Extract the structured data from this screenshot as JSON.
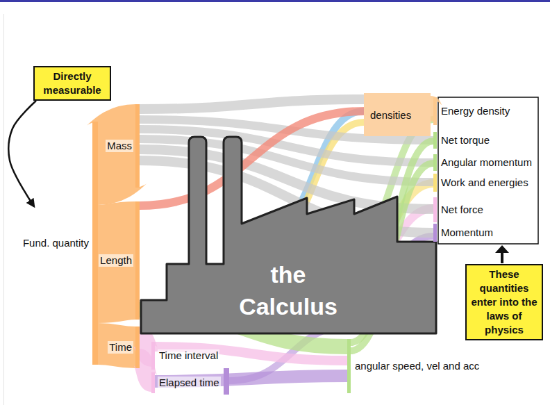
{
  "diagram": {
    "nodes": [
      {
        "text": [
          "Directly measurable"
        ]
      },
      {
        "text": [
          "Fund. quantity"
        ]
      },
      {
        "text": [
          "Mass"
        ]
      },
      {
        "text": [
          "Length"
        ]
      },
      {
        "text": [
          "Time"
        ]
      },
      {
        "text": [
          "the Calculus"
        ]
      },
      {
        "text": [
          "densities"
        ]
      },
      {
        "text": [
          "Time interval"
        ]
      },
      {
        "text": [
          "Elapsed time"
        ]
      },
      {
        "text": [
          "angular speed, vel and acc"
        ]
      },
      {
        "text": [
          "Energy density"
        ]
      },
      {
        "text": [
          "Net torque"
        ]
      },
      {
        "text": [
          "Angular momentum"
        ]
      },
      {
        "text": [
          "Work and energies"
        ]
      },
      {
        "text": [
          "Net force"
        ]
      },
      {
        "text": [
          "Momentum"
        ]
      },
      {
        "text": [
          "These quantities enter into the laws of physics"
        ]
      }
    ],
    "edges": [
      {
        "from": 0,
        "to": 1,
        "arrow": "to"
      },
      {
        "from": 1,
        "to": 2,
        "arrow": "none"
      },
      {
        "from": 1,
        "to": 3,
        "arrow": "none"
      },
      {
        "from": 1,
        "to": 4,
        "arrow": "none"
      },
      {
        "from": 2,
        "to": 6,
        "arrow": "none"
      },
      {
        "from": 2,
        "to": 11,
        "arrow": "none"
      },
      {
        "from": 2,
        "to": 12,
        "arrow": "none"
      },
      {
        "from": 2,
        "to": 13,
        "arrow": "none"
      },
      {
        "from": 2,
        "to": 14,
        "arrow": "none"
      },
      {
        "from": 2,
        "to": 15,
        "arrow": "none"
      },
      {
        "from": 3,
        "to": 6,
        "arrow": "none"
      },
      {
        "from": 3,
        "to": 9,
        "arrow": "none"
      },
      {
        "from": 4,
        "to": 7,
        "arrow": "none"
      },
      {
        "from": 4,
        "to": 8,
        "arrow": "none"
      },
      {
        "from": 6,
        "to": 10,
        "arrow": "none"
      },
      {
        "from": 7,
        "to": 9,
        "arrow": "none"
      },
      {
        "from": 8,
        "to": 9,
        "arrow": "none"
      },
      {
        "from": 9,
        "to": 11,
        "arrow": "none"
      },
      {
        "from": 9,
        "to": 12,
        "arrow": "none"
      }
    ]
  }
}
